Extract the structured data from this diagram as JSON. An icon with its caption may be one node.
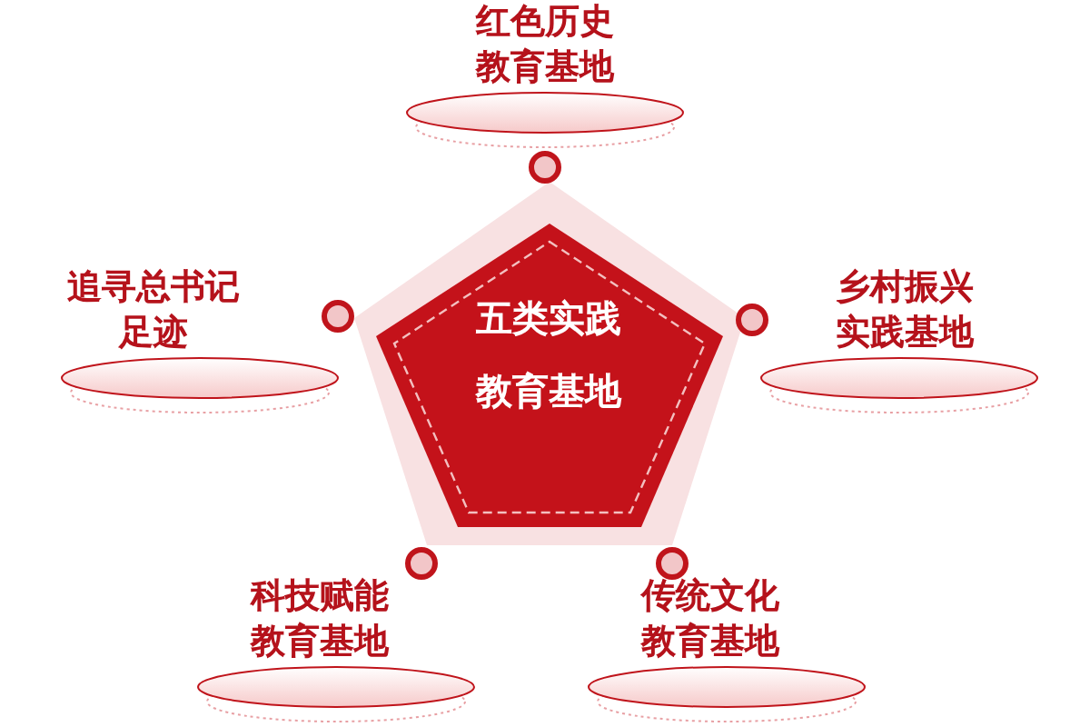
{
  "diagram": {
    "nodes": [
      {
        "text": [
          "红色历史教育基地"
        ]
      },
      {
        "text": [
          "追寻总书记足迹"
        ]
      },
      {
        "text": [
          "五类实践教育基地"
        ]
      },
      {
        "text": [
          "乡村振兴实践基地"
        ]
      },
      {
        "text": [
          "科技赋能教育基地"
        ]
      },
      {
        "text": [
          "传统文化教育基地"
        ]
      }
    ],
    "edges": []
  }
}
